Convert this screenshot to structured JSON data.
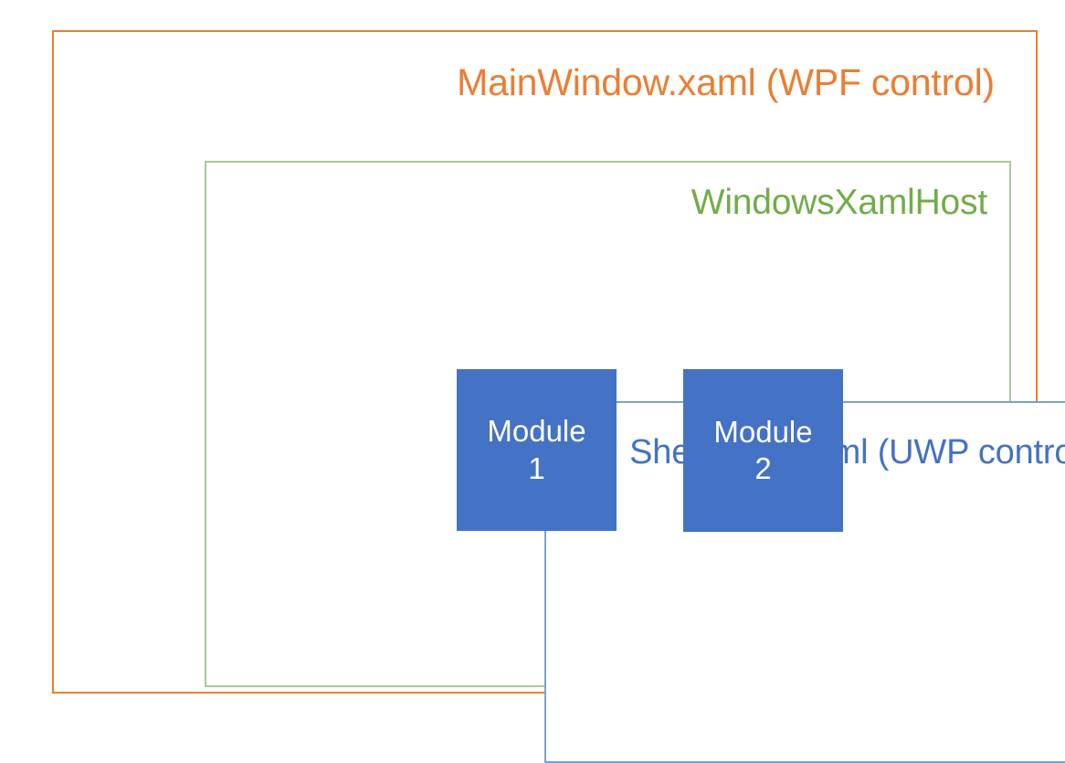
{
  "diagram": {
    "title": "MainWindow.xaml (WPF control)",
    "type": "nested-container-diagram",
    "background": "#FFFFFF",
    "layers": [
      {
        "id": "wpf",
        "label": "MainWindow.xaml (WPF control)",
        "border_color": "#ED7D31",
        "text_color": "#ED7D31",
        "fill": "#FFFFFF",
        "label_align": "right"
      },
      {
        "id": "xamlhost",
        "label": "WindowsXamlHost",
        "border_color": "#A9C99A",
        "text_color": "#70AD47",
        "fill": "#FFFFFF",
        "label_align": "right"
      },
      {
        "id": "uwp",
        "label": "ShellPage.xaml (UWP control)",
        "border_color": "#7BA2D0",
        "text_color": "#4472C4",
        "fill": "#FFFFFF",
        "label_align": "right"
      }
    ],
    "modules": [
      {
        "id": "module-1",
        "line1": "Module",
        "line2": "1",
        "fill": "#4472C4",
        "text_color": "#FFFFFF"
      },
      {
        "id": "module-2",
        "line1": "Module",
        "line2": "2",
        "fill": "#4472C4",
        "text_color": "#FFFFFF"
      }
    ]
  }
}
